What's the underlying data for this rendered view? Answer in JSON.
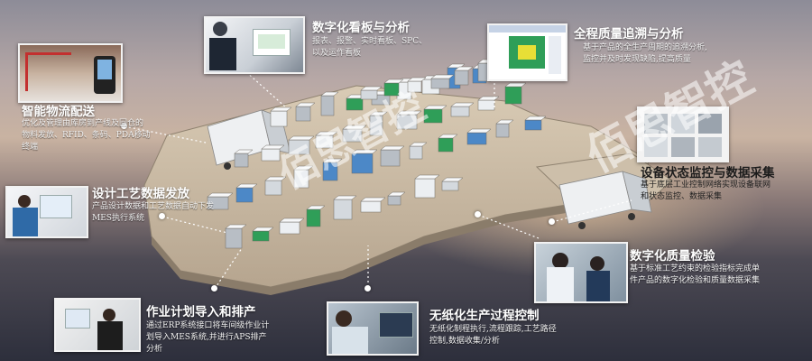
{
  "modules": {
    "logistics": {
      "title": "智能物流配送",
      "desc": [
        "优化及管理由库房到产线及回仓的",
        "物料发放、RFID、条码、PDA移动",
        "终端"
      ]
    },
    "kanban": {
      "title": "数字化看板与分析",
      "desc": [
        "报表、报警、实时看板、SPC、",
        "以及运作看板"
      ]
    },
    "quality_trace": {
      "title": "全程质量追溯与分析",
      "desc": [
        "基于产品的全生产周期的追溯分析,",
        "监控并及时发现缺陷,提高质量"
      ]
    },
    "design_data": {
      "title": "设计工艺数据发放",
      "desc": [
        "产品设计数据和工艺数据自动下发",
        "MES执行系统"
      ]
    },
    "monitoring": {
      "title": "设备状态监控与数据采集",
      "desc": [
        "基于底层工业控制网络实现设备联网",
        "和状态监控、数据采集"
      ]
    },
    "inspection": {
      "title": "数字化质量检验",
      "desc": [
        "基于标准工艺约束的检验指标完成单",
        "件产品的数字化检验和质量数据采集"
      ]
    },
    "planning": {
      "title": "作业计划导入和排产",
      "desc": [
        "通过ERP系统接口将车间级作业计",
        "划导入MES系统,并进行APS排产",
        "分析"
      ]
    },
    "paperless": {
      "title": "无纸化生产过程控制",
      "desc": [
        "无纸化制程执行,流程跟踪,工艺路径",
        "控制,数据收集/分析"
      ]
    }
  },
  "watermark": "佰思智控",
  "colors": {
    "text": "#ffffff",
    "dark_text": "#1b1b1b",
    "floor": "#c9bca8",
    "accent_green": "#2f9e58",
    "accent_blue": "#2b6bb8"
  }
}
